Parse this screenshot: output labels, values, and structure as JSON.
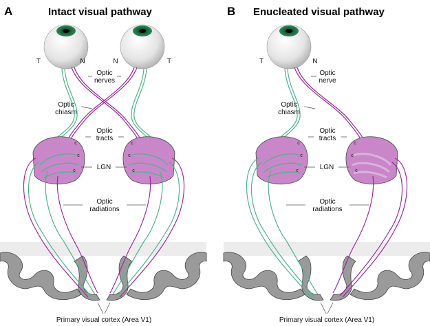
{
  "panels": [
    {
      "letter": "A",
      "title": "Intact visual pathway",
      "eye_labels": [
        "T",
        "N",
        "N",
        "T"
      ],
      "labels": {
        "nerves": [
          "Optic",
          "nerves"
        ],
        "chiasm": [
          "Optic",
          "chiasm"
        ],
        "tracts": [
          "Optic",
          "tracts"
        ],
        "lgn": "LGN",
        "radiations": [
          "Optic",
          "radiations"
        ]
      }
    },
    {
      "letter": "B",
      "title": "Enucleated visual pathway",
      "eye_labels": [
        "T",
        "N"
      ],
      "labels": {
        "nerves": [
          "Optic",
          "nerve"
        ],
        "chiasm": [
          "Optic",
          "chiasm"
        ],
        "tracts": [
          "Optic",
          "tracts"
        ],
        "lgn": "LGN",
        "radiations": [
          "Optic",
          "radiations"
        ]
      }
    }
  ],
  "lgn_layer_letter": "c",
  "cortex_caption": "Primary visual cortex (Area V1)",
  "colors": {
    "green_pathway": "#4bb58c",
    "purple_pathway": "#9b2a9e",
    "lgn_fill": "#c987c9",
    "cortex_gray": "#9a9a9a",
    "iris": "#1e6b43"
  }
}
